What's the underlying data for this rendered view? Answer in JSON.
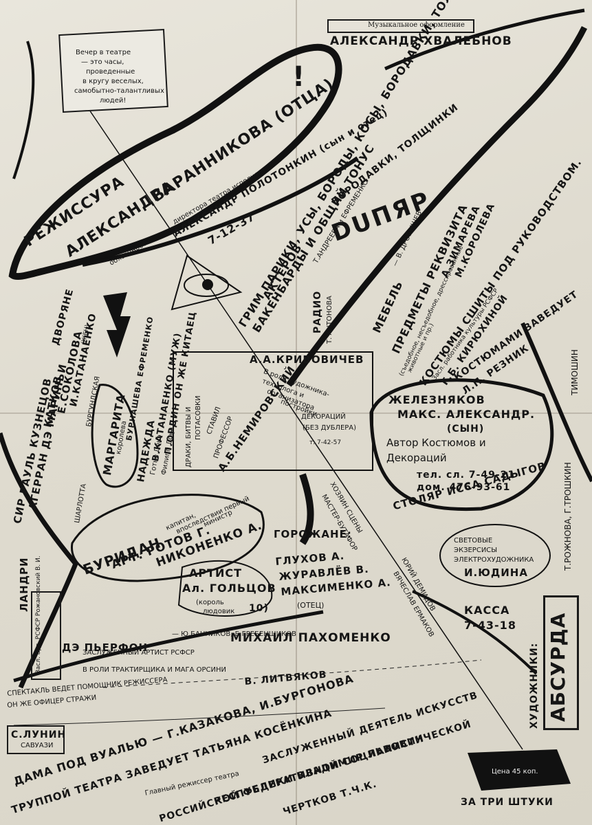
{
  "top_box": {
    "lines": [
      "Вечер в театре",
      "— это часы,",
      "проведенные",
      "в кругу веселых,",
      "самобытно-талантливых",
      "людей!"
    ]
  },
  "music": {
    "label": "Музыкальное оформление",
    "name": "АЛЕКСАНДР ХВАЛЕБНОВ"
  },
  "director": {
    "label": "РЕЖИССУРА",
    "name": "АЛЕКСАНДРА",
    "surname": "БАРАННИКОВА (ОТЦА)",
    "exclaim": "!"
  },
  "duties": {
    "label": "обязанности",
    "role": "директора театра исполняет",
    "name": "АЛЕКСАНДР ПОЛОТОНКИН (сын и отец)",
    "phone": "7-12-37"
  },
  "makeup": {
    "lines": [
      "ГРИМ ПАРИКИ, УСЫ, БОРОДЫ, КОСЫ, БОРОДАВКИ, ТОЛЩИНКИ",
      "БАКЕНБАРДЫ И ОБЩИЙ ТОНУС",
      "АКТЕРОВ"
    ],
    "extra": "БОРОДАВКИ, ТОЛЩИНКИ",
    "performers": "Т.АНДРЕЕВА и ЕФРЕМЕНКО",
    "wig": "DUПЯР"
  },
  "radio": {
    "label": "РАДИО",
    "name": "Т. АНТОНОВА"
  },
  "furniture": {
    "label": "МЕБЕЛЬ",
    "name": "— В. ДРОБЫШЕВ"
  },
  "props": {
    "label": "ПРЕДМЕТЫ РЕКВИЗИТА",
    "notes": [
      "(съедобное, несъедобное, дрессированные",
      "животные и пр.)"
    ],
    "names": [
      "А.ЗИМАРЕВА",
      "М.КОРОЛЕВА"
    ]
  },
  "costumes": {
    "label": "КОСТЮМЫ СШИТЫ ПОД РУКОВОДСТВОМ.",
    "note": "Засл. работника культуры РСФСР",
    "name": "Г.Б. КИРЮХИНОЙ",
    "manager": "КОСТЮМАМИ ЗАВЕДУЕТ",
    "manager_name": "Л.П. РЕЗНИК"
  },
  "central": {
    "artist": "А.А.КРИВОВИЧЕВ",
    "role": [
      "В роли художника-",
      "технолога и",
      "организатора",
      "постройки",
      "ДЕКОРАЦИЙ",
      "(БЕЗ ДУБЛЕРА)"
    ],
    "phone": "т. 7-42-57",
    "fights": [
      "ДРАКИ, БИТВЫ И",
      "ПОТАСОВКИ",
      "СТАВИЛ"
    ],
    "professor_label": "ПРОФЕССОР",
    "professor": "А.Б.НЕМИРОВСКИЙ"
  },
  "zhelezniakov": {
    "lines": [
      "ЖЕЛЕЗНЯКОВ",
      "МАКС. АЛЕКСАНДР.",
      "(СЫН)",
      "Автор Костюмов и",
      "Декораций"
    ],
    "phones": [
      "тел. сл. 7-49-21",
      "дом. 476-93-61"
    ]
  },
  "nobles": {
    "label": "ДВОРЯНЕ",
    "people": [
      "СИР РАУЛЬ КУЗНЕЦОВ",
      "АГЕРРАН ДЭ МАРИНЬИ",
      "КАТКОВ",
      "Е.СОКОЛОВА",
      "И.КАТАНАЕНКО"
    ],
    "wife": "(ЖЕН)"
  },
  "margarita": {
    "name": "МАРГАРИТА",
    "title": "королева",
    "burgundy": "БУРГУНДСКАЯ",
    "actors": "БУРНАШЕВА ЕФРЕМЕНКО",
    "nadezhda": "НАДЕЖДА",
    "gautier": "Готье Донэ",
    "philippe": "Филипп Донэ",
    "katanaenko": "В.КАТАНАЕНКО (МУЖ)",
    "ordin": "П.ОРДИН ОН ЖЕ КИТАЕЦ",
    "charlotte": "ШАРЛОТТА"
  },
  "buridan": {
    "name": "БУРИДАН",
    "actors": "АРТ. РОТОВ Г.",
    "actor2": "НИКОНЕНКО А.",
    "roles": [
      "капитан,",
      "впоследствии первый",
      "министр"
    ]
  },
  "goltsov": {
    "label": "АРТИСТ",
    "name": "Ал. ГОЛЬЦОВ",
    "role": "(король",
    "role2": "людовик",
    "number": "10)"
  },
  "townsfolk": {
    "label": "ГОРОЖАНЕ:",
    "people": [
      "ГЛУХОВ А.",
      "ЖУРАВЛЁВ В.",
      "МАКСИМЕНКО А.",
      "(ОТЕЦ)"
    ]
  },
  "stage": {
    "lines": [
      "ХОЗЯИН СЦЕНЫ",
      "МАСТЕР-БУТАФОР"
    ],
    "names": [
      "ЮРИЙ ДЕМИДОВ",
      "ВЯЧЕСЛАВ ЕРМАКОВ"
    ]
  },
  "carpenter": {
    "text": "СТОЛЯР ИССА САДЫГОВ"
  },
  "lights": {
    "lines": [
      "СВЕТОВЫЕ",
      "ЭКЗЕРСИСЫ",
      "ЭЛЕКТРОХУДОЖНИКА"
    ],
    "name": "И.ЮДИНА"
  },
  "cashier": {
    "label": "КАССА",
    "phone": "7-43-18"
  },
  "absurd": {
    "word": "АБСУРДА",
    "painters": "ХУДОЖНИКИ:",
    "names": "Т.РОЖНОВА, Г.ТРОШКИН",
    "names2": "ТИМОШИН"
  },
  "pierrefonds": {
    "name": "ДЭ ПЬЕРФОН",
    "actors": "— Ю.БАННИКОВ, Б.ГРЕБЕНЩИКОВ",
    "honored": "ЗАСЛУЖЕННЫЙ АРТИСТ РСФСР",
    "artist": "МИХАИЛ ПАХОМЕНКО",
    "role": "В РОЛИ ТРАКТИРЩИКА И МАГА ОРСИНИ"
  },
  "assistant": {
    "line1": "СПЕКТАКЛЬ ВЕДЕТ ПОМОЩНИК РЕЖИССЕРА",
    "line2": "ОН ЖЕ ОФИЦЕР СТРАЖИ",
    "name": "В. ЛИТВЯКОВ"
  },
  "lunin": {
    "name": "С.ЛУНИН",
    "role": "САВУАЗИ"
  },
  "bottom": {
    "veil": "ДАМА ПОД ВУАЛЬЮ — Г.КАЗАКОВА, И.БУРГОНОВА",
    "troupe": "ТРУППОЙ ТЕАТРА ЗАВЕДУЕТ ТАТЬЯНА КОСЁНКИНА",
    "honored": "ЗАСЛУЖЕННЫЙ ДЕЯТЕЛЬ ИСКУССТВ",
    "republic": "РЕСПУБЛИКИ ВЛАДИМИР ЛЬВОВИЧ",
    "chief": "РОССИЙСКОЙ ФЕДЕРАТИВНОЙ СОЦИАЛИСТИЧЕСКОЙ",
    "chertkov": "ЧЕРТКОВ Т.Ч.К.",
    "chief_label": "Главный режиссер театра"
  },
  "price": {
    "label": "Цена 45 коп.",
    "three": "ЗА ТРИ ШТУКИ"
  },
  "left_box": {
    "text": "Засл. арт. РСФСР Рожановский В. И.",
    "landry": "ЛАНДРИ"
  }
}
